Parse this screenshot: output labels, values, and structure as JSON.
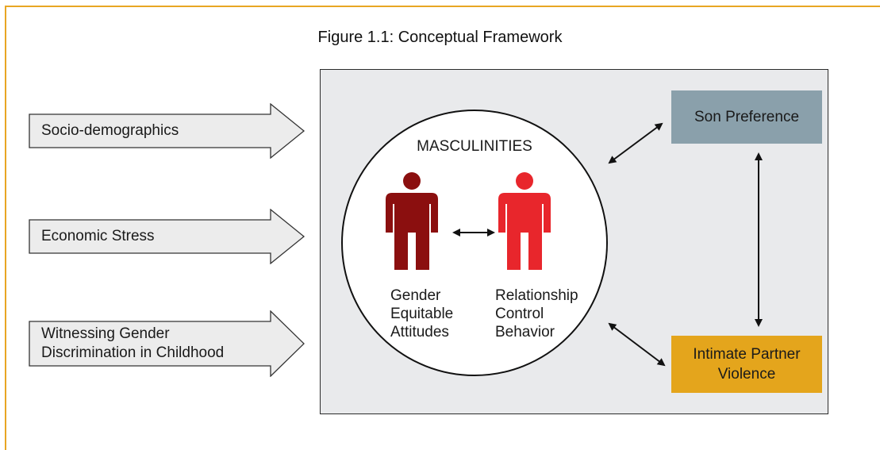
{
  "figure": {
    "title": "Figure 1.1: Conceptual Framework"
  },
  "inputs": [
    {
      "label": "Socio-demographics"
    },
    {
      "label": "Economic Stress"
    },
    {
      "label": "Witnessing Gender\nDiscrimination in Childhood"
    }
  ],
  "masculinities": {
    "title": "MASCULINITIES",
    "left_figure": {
      "label": "Gender\nEquitable\nAttitudes",
      "color": "#8b0f0f"
    },
    "right_figure": {
      "label": "Relationship\nControl\nBehavior",
      "color": "#e8262c"
    }
  },
  "outcomes": {
    "son_preference": {
      "label": "Son Preference",
      "color": "#8aa0ab"
    },
    "ipv": {
      "label": "Intimate Partner\nViolence",
      "color": "#e4a51c"
    }
  },
  "colors": {
    "frame": "#e8a623",
    "panel": "#e9eaec",
    "arrow_fill": "#ececec"
  }
}
